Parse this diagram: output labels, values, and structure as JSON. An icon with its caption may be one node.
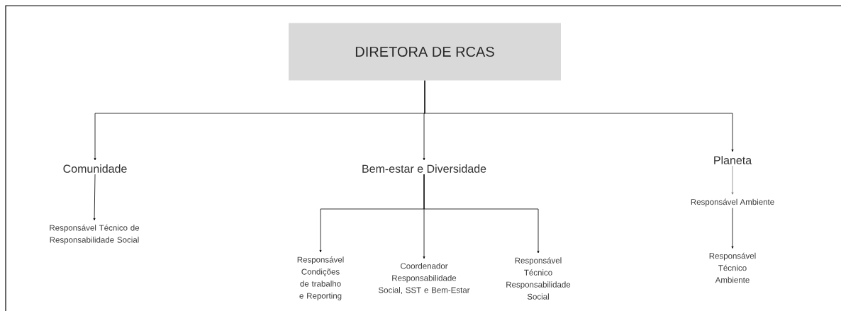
{
  "diagram": {
    "nodes": [
      {
        "text": [
          "DIRETORA DE RCAS"
        ]
      },
      {
        "text": [
          "Comunidade"
        ]
      },
      {
        "text": [
          "Bem-estar e Diversidade"
        ]
      },
      {
        "text": [
          "Planeta"
        ]
      },
      {
        "text": [
          "Responsável Técnico de Responsabilidade Social"
        ]
      },
      {
        "text": [
          "Responsável Condições de trabalho e Reporting"
        ]
      },
      {
        "text": [
          "Coordenador Responsabilidade Social, SST e Bem-Estar"
        ]
      },
      {
        "text": [
          "Responsável Técnico Responsabilidade Social"
        ]
      },
      {
        "text": [
          "Responsável Ambiente"
        ]
      },
      {
        "text": [
          "Responsável Técnico Ambiente"
        ]
      }
    ],
    "edges": [
      {
        "from": 0,
        "to": 1,
        "arrow": "to"
      },
      {
        "from": 0,
        "to": 2,
        "arrow": "to"
      },
      {
        "from": 0,
        "to": 3,
        "arrow": "to"
      },
      {
        "from": 1,
        "to": 4,
        "arrow": "to"
      },
      {
        "from": 2,
        "to": 5,
        "arrow": "to"
      },
      {
        "from": 2,
        "to": 6,
        "arrow": "to"
      },
      {
        "from": 2,
        "to": 7,
        "arrow": "to"
      },
      {
        "from": 3,
        "to": 8,
        "arrow": "to",
        "color": "#808080"
      },
      {
        "from": 8,
        "to": 9,
        "arrow": "to"
      }
    ]
  }
}
